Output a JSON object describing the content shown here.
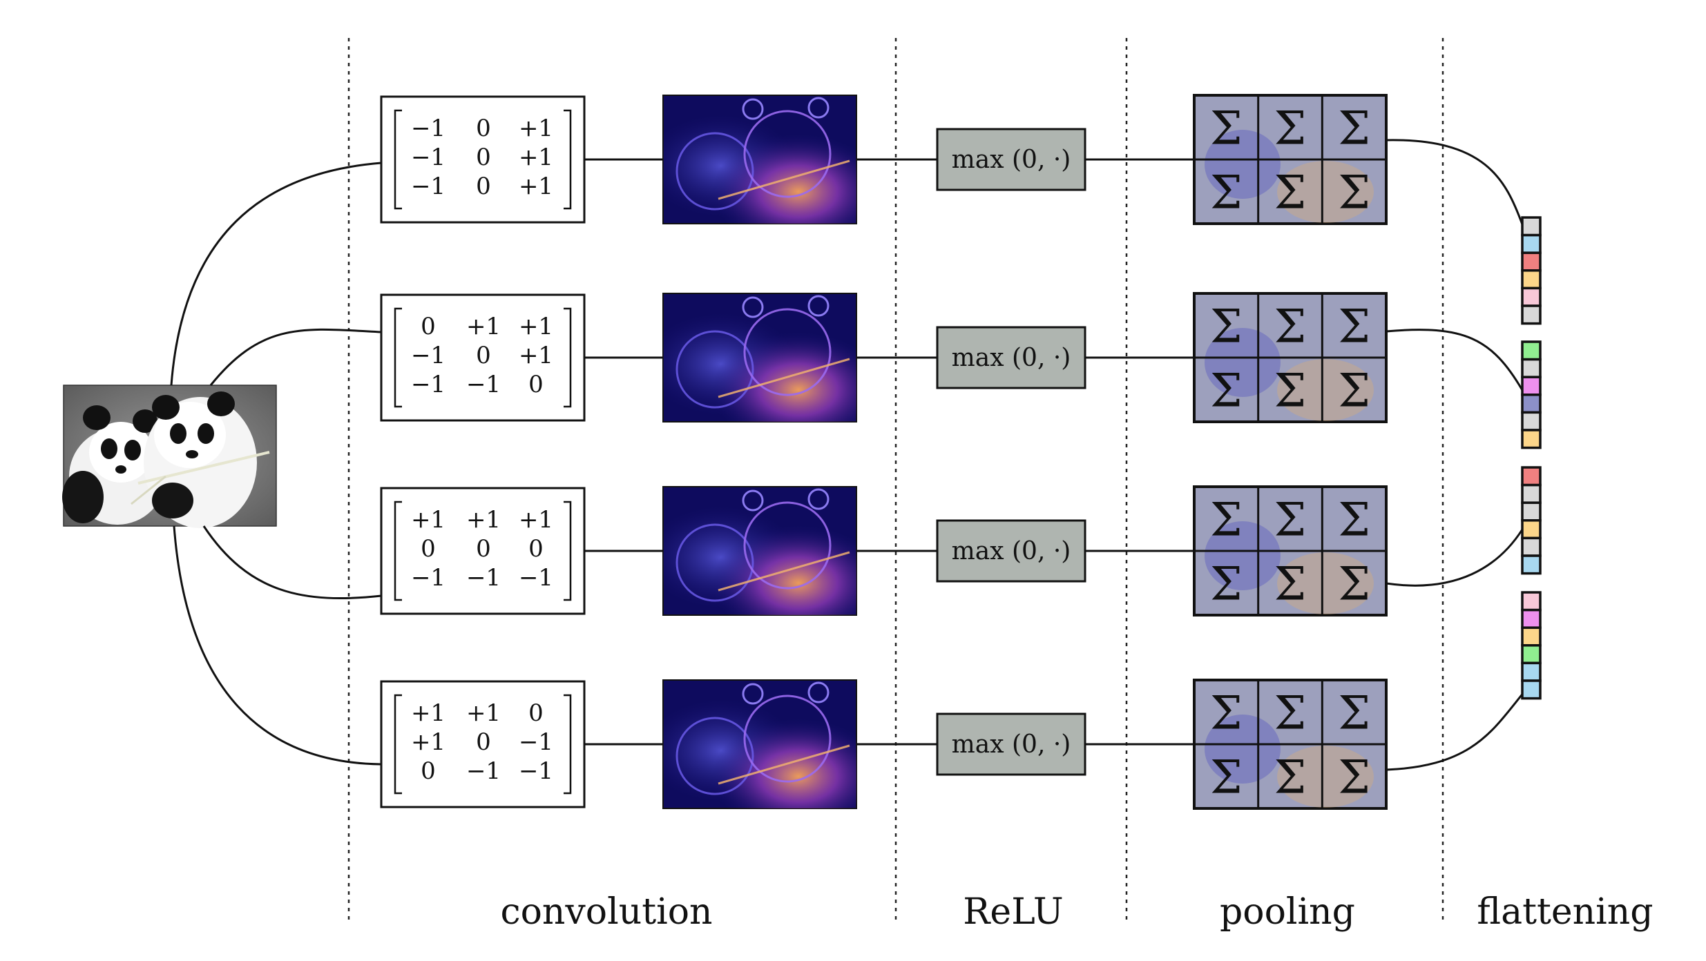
{
  "stages": {
    "convolution": "convolution",
    "relu": "ReLU",
    "pooling": "pooling",
    "flattening": "flattening"
  },
  "relu_text": "max (0, ·)",
  "pool_symbol": "Σ",
  "kernels": [
    [
      [
        "−1",
        "0",
        "+1"
      ],
      [
        "−1",
        "0",
        "+1"
      ],
      [
        "−1",
        "0",
        "+1"
      ]
    ],
    [
      [
        "0",
        "+1",
        "+1"
      ],
      [
        "−1",
        "0",
        "+1"
      ],
      [
        "−1",
        "−1",
        "0"
      ]
    ],
    [
      [
        "+1",
        "+1",
        "+1"
      ],
      [
        "0",
        "0",
        "0"
      ],
      [
        "−1",
        "−1",
        "−1"
      ]
    ],
    [
      [
        "+1",
        "+1",
        "0"
      ],
      [
        "+1",
        "0",
        "−1"
      ],
      [
        "0",
        "−1",
        "−1"
      ]
    ]
  ],
  "colors": {
    "relu_box": "#afb5b0",
    "pool_box": "#9da0bd",
    "feature_bg": "#0e0b5e",
    "flatten": [
      [
        "#d9d9d9",
        "#a8d8f0",
        "#f08080",
        "#fcd68a",
        "#f8c8d8",
        "#d9d9d9"
      ],
      [
        "#90ee90",
        "#d9d9d9",
        "#ee90ee",
        "#8c90c8",
        "#d9d9d9",
        "#fcd68a"
      ],
      [
        "#f08080",
        "#d9d9d9",
        "#d9d9d9",
        "#fcd68a",
        "#d9d9d9",
        "#a8d8f0"
      ],
      [
        "#f8c8d8",
        "#ee90ee",
        "#fcd68a",
        "#90ee90",
        "#a8d8f0",
        "#a8d8f0"
      ]
    ]
  }
}
